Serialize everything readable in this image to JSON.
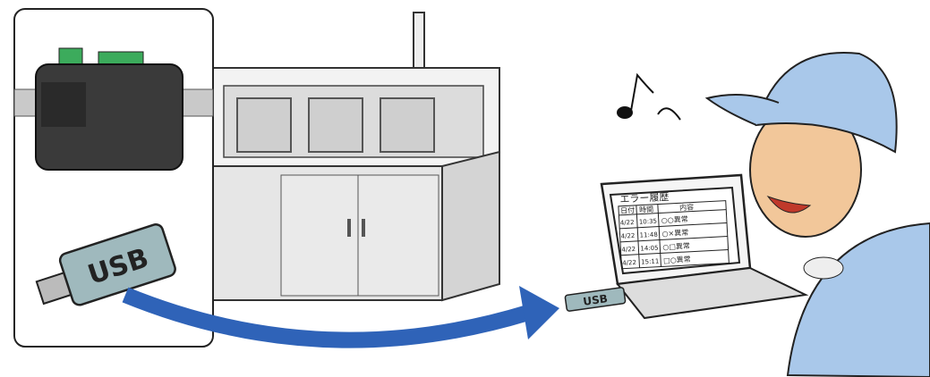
{
  "usb_label": "USB",
  "usb_small_label": "USB",
  "screen": {
    "title": "エラー履歴",
    "headers": [
      "日付",
      "時間",
      "内容"
    ],
    "rows": [
      {
        "date": "4/22",
        "time": "10:35",
        "content": "○○異常"
      },
      {
        "date": "4/22",
        "time": "11:48",
        "content": "○×異常"
      },
      {
        "date": "4/22",
        "time": "14:05",
        "content": "○□異常"
      },
      {
        "date": "4/22",
        "time": "15:11",
        "content": "□○異常"
      }
    ]
  },
  "colors": {
    "arrow": "#2f63b8",
    "cap": "#a9c8ea",
    "device": "#3a3a3a",
    "usb": "#9fb9bd"
  }
}
